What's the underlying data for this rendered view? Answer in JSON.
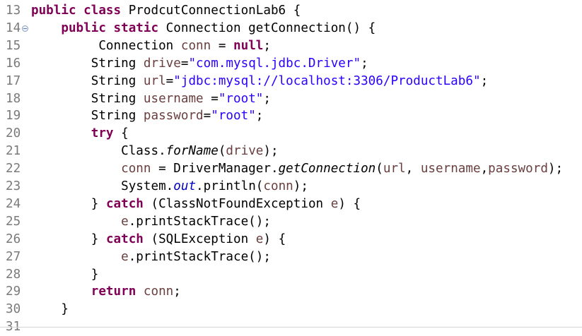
{
  "editor": {
    "lines": [
      {
        "number": "13",
        "segments": [
          {
            "t": "kw",
            "v": "public class"
          },
          {
            "t": "plain",
            "v": " ProdcutConnectionLab6 {"
          }
        ]
      },
      {
        "number": "14",
        "fold": true,
        "segments": [
          {
            "t": "plain",
            "v": "    "
          },
          {
            "t": "kw",
            "v": "public static"
          },
          {
            "t": "plain",
            "v": " Connection getConnection() {"
          }
        ]
      },
      {
        "number": "15",
        "segments": [
          {
            "t": "plain",
            "v": "         Connection "
          },
          {
            "t": "var",
            "v": "conn"
          },
          {
            "t": "plain",
            "v": " = "
          },
          {
            "t": "kw",
            "v": "null"
          },
          {
            "t": "plain",
            "v": ";"
          }
        ]
      },
      {
        "number": "16",
        "segments": [
          {
            "t": "plain",
            "v": "        String "
          },
          {
            "t": "var",
            "v": "drive"
          },
          {
            "t": "plain",
            "v": "="
          },
          {
            "t": "str",
            "v": "\"com.mysql.jdbc.Driver\""
          },
          {
            "t": "plain",
            "v": ";"
          }
        ]
      },
      {
        "number": "17",
        "segments": [
          {
            "t": "plain",
            "v": "        String "
          },
          {
            "t": "var",
            "v": "url"
          },
          {
            "t": "plain",
            "v": "="
          },
          {
            "t": "str",
            "v": "\"jdbc:mysql://localhost:3306/ProductLab6\""
          },
          {
            "t": "plain",
            "v": ";"
          }
        ]
      },
      {
        "number": "18",
        "segments": [
          {
            "t": "plain",
            "v": "        String "
          },
          {
            "t": "var",
            "v": "username"
          },
          {
            "t": "plain",
            "v": " ="
          },
          {
            "t": "str",
            "v": "\"root\""
          },
          {
            "t": "plain",
            "v": ";"
          }
        ]
      },
      {
        "number": "19",
        "segments": [
          {
            "t": "plain",
            "v": "        String "
          },
          {
            "t": "var",
            "v": "password"
          },
          {
            "t": "plain",
            "v": "="
          },
          {
            "t": "str",
            "v": "\"root\""
          },
          {
            "t": "plain",
            "v": ";"
          }
        ]
      },
      {
        "number": "20",
        "segments": [
          {
            "t": "plain",
            "v": "        "
          },
          {
            "t": "kw",
            "v": "try"
          },
          {
            "t": "plain",
            "v": " {"
          }
        ]
      },
      {
        "number": "21",
        "segments": [
          {
            "t": "plain",
            "v": "            Class."
          },
          {
            "t": "ital",
            "v": "forName"
          },
          {
            "t": "plain",
            "v": "("
          },
          {
            "t": "var",
            "v": "drive"
          },
          {
            "t": "plain",
            "v": ");"
          }
        ]
      },
      {
        "number": "22",
        "segments": [
          {
            "t": "plain",
            "v": "            "
          },
          {
            "t": "var",
            "v": "conn"
          },
          {
            "t": "plain",
            "v": " = DriverManager."
          },
          {
            "t": "ital",
            "v": "getConnection"
          },
          {
            "t": "plain",
            "v": "("
          },
          {
            "t": "var",
            "v": "url"
          },
          {
            "t": "plain",
            "v": ", "
          },
          {
            "t": "var",
            "v": "username"
          },
          {
            "t": "plain",
            "v": ","
          },
          {
            "t": "var",
            "v": "password"
          },
          {
            "t": "plain",
            "v": ");"
          }
        ]
      },
      {
        "number": "23",
        "segments": [
          {
            "t": "plain",
            "v": "            System."
          },
          {
            "t": "fld",
            "v": "out"
          },
          {
            "t": "plain",
            "v": ".println("
          },
          {
            "t": "var",
            "v": "conn"
          },
          {
            "t": "plain",
            "v": ");"
          }
        ]
      },
      {
        "number": "24",
        "segments": [
          {
            "t": "plain",
            "v": "        } "
          },
          {
            "t": "kw",
            "v": "catch"
          },
          {
            "t": "plain",
            "v": " (ClassNotFoundException "
          },
          {
            "t": "var",
            "v": "e"
          },
          {
            "t": "plain",
            "v": ") {"
          }
        ]
      },
      {
        "number": "25",
        "segments": [
          {
            "t": "plain",
            "v": "            "
          },
          {
            "t": "var",
            "v": "e"
          },
          {
            "t": "plain",
            "v": ".printStackTrace();"
          }
        ]
      },
      {
        "number": "26",
        "segments": [
          {
            "t": "plain",
            "v": "        } "
          },
          {
            "t": "kw",
            "v": "catch"
          },
          {
            "t": "plain",
            "v": " (SQLException "
          },
          {
            "t": "var",
            "v": "e"
          },
          {
            "t": "plain",
            "v": ") {"
          }
        ]
      },
      {
        "number": "27",
        "segments": [
          {
            "t": "plain",
            "v": "            "
          },
          {
            "t": "var",
            "v": "e"
          },
          {
            "t": "plain",
            "v": ".printStackTrace();"
          }
        ]
      },
      {
        "number": "28",
        "segments": [
          {
            "t": "plain",
            "v": "        }"
          }
        ]
      },
      {
        "number": "29",
        "segments": [
          {
            "t": "plain",
            "v": "        "
          },
          {
            "t": "kw",
            "v": "return"
          },
          {
            "t": "plain",
            "v": " "
          },
          {
            "t": "var",
            "v": "conn"
          },
          {
            "t": "plain",
            "v": ";"
          }
        ]
      },
      {
        "number": "30",
        "segments": [
          {
            "t": "plain",
            "v": "    }"
          }
        ]
      },
      {
        "number": "31",
        "segments": []
      }
    ]
  },
  "colors": {
    "keyword": "#7f0055",
    "string": "#2a00ff",
    "local_variable": "#6a3e3e",
    "static_field": "#0000c0",
    "line_number": "#7a7a7a"
  }
}
